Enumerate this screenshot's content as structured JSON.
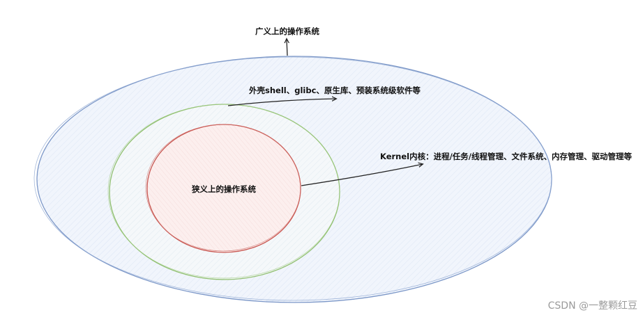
{
  "diagram": {
    "broad_os_label": "广义上的操作系统",
    "shell_label": "外壳shell、glibc、原生库、预装系统级软件等",
    "kernel_label": "Kernel内核：进程/任务/线程管理、文件系统、内存管理、驱动管理等",
    "narrow_os_label": "狭义上的操作系统"
  },
  "watermark": {
    "text": "CSDN @一整颗红豆"
  },
  "colors": {
    "outer_stroke": "#7d98c8",
    "outer_fill": "#eef3fb",
    "middle_stroke": "#8fbf6e",
    "middle_fill": "#f3f6f8",
    "inner_stroke": "#c8554f",
    "inner_fill": "#fbeceb",
    "arrow": "#222222"
  }
}
